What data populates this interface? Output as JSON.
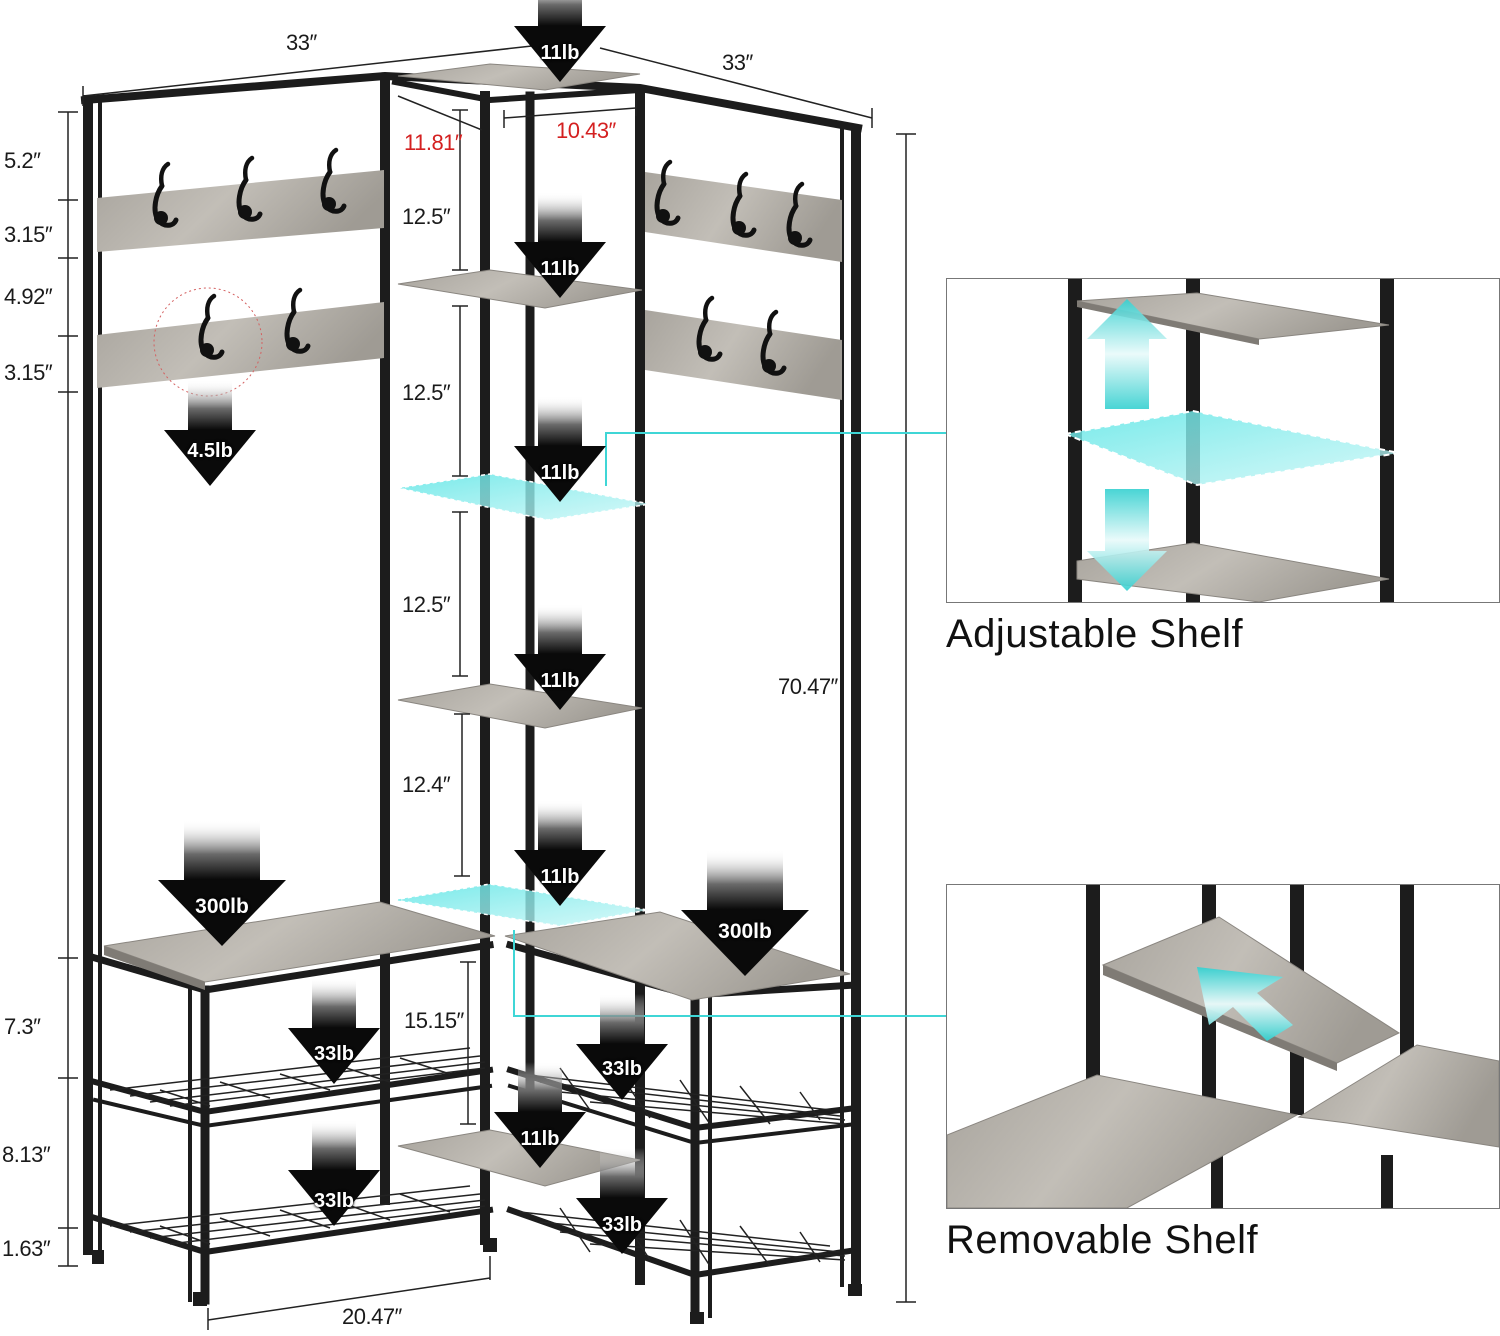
{
  "dimensions": {
    "top_left_width": "33″",
    "top_right_width": "33″",
    "top_shelf_depth": "11.81″",
    "top_shelf_width": "10.43″",
    "hook_gap_top": "5.2″",
    "hook_rail_upper": "3.15″",
    "hook_gap_mid": "4.92″",
    "hook_rail_lower": "3.15″",
    "shelf_gap_1": "12.5″",
    "shelf_gap_2": "12.5″",
    "shelf_gap_3": "12.5″",
    "shelf_gap_4": "12.4″",
    "total_height": "70.47″",
    "bench_gap": "15.15″",
    "bench_height": "7.3″",
    "shoe_rack_gap": "8.13″",
    "foot_height": "1.63″",
    "base_width": "20.47″"
  },
  "weights": {
    "shelf_top": "11lb",
    "shelf_2": "11lb",
    "shelf_3": "11lb",
    "shelf_4": "11lb",
    "shelf_5": "11lb",
    "shelf_low": "11lb",
    "hook": "4.5lb",
    "bench_left": "300lb",
    "bench_right": "300lb",
    "rack_upper_left": "33lb",
    "rack_upper_right": "33lb",
    "rack_lower_left": "33lb",
    "rack_lower_right": "33lb"
  },
  "callouts": {
    "adjustable": "Adjustable Shelf",
    "removable": "Removable Shelf"
  },
  "colors": {
    "frame": "#1c1c1c",
    "wood": "#b3b0a9",
    "highlight": "#3fd6d6"
  }
}
